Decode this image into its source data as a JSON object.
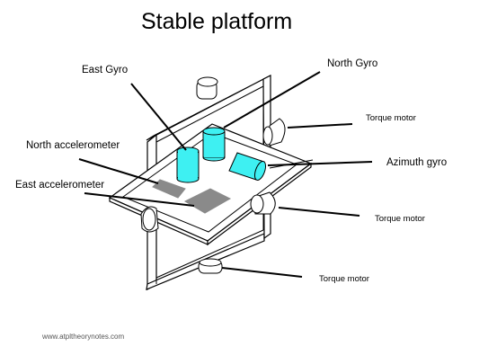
{
  "title": "Stable platform",
  "labels": {
    "east_gyro": "East Gyro",
    "north_gyro": "North Gyro",
    "north_accelerometer": "North accelerometer",
    "east_accelerometer": "East accelerometer",
    "torque_motor_1": "Torque motor",
    "azimuth_gyro": "Azimuth gyro",
    "torque_motor_2": "Torque motor",
    "torque_motor_3": "Torque motor"
  },
  "credit": "www.atpltheorynotes.com",
  "colors": {
    "gyro": "#3ef0f2",
    "accelerometer": "#8a8a8a",
    "line": "#000000"
  }
}
